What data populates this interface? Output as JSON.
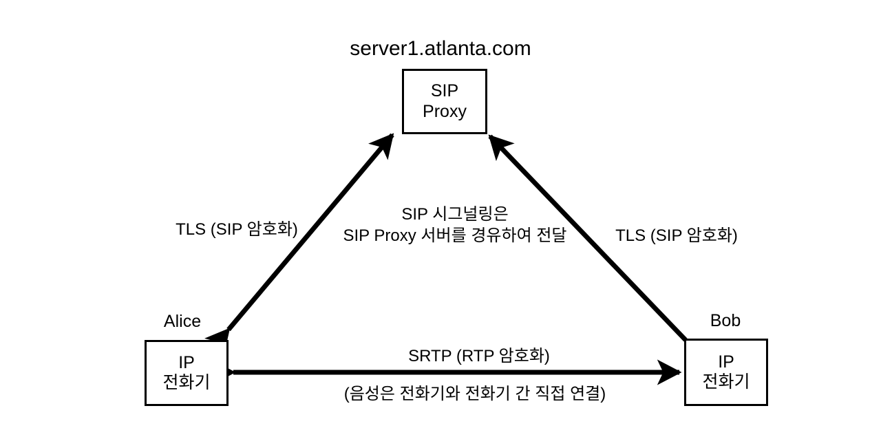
{
  "diagram": {
    "title": "server1.atlanta.com",
    "background_color": "#ffffff",
    "line_color": "#000000",
    "nodes": {
      "proxy": {
        "name": "sip-proxy",
        "lines": [
          "SIP",
          "Proxy"
        ]
      },
      "alice": {
        "name": "alice-ip-phone",
        "label": "Alice",
        "lines": [
          "IP",
          "전화기"
        ]
      },
      "bob": {
        "name": "bob-ip-phone",
        "label": "Bob",
        "lines": [
          "IP",
          "전화기"
        ]
      }
    },
    "edges": {
      "tls_left": {
        "label": "TLS (SIP 암호화)",
        "arrows": "both"
      },
      "tls_right": {
        "label": "TLS (SIP 암호화)",
        "arrows": "both"
      },
      "srtp": {
        "label": "SRTP  (RTP 암호화)",
        "note": "(음성은 전화기와 전화기 간 직접 연결)",
        "arrows": "both"
      }
    },
    "annotations": {
      "signaling_line1": "SIP 시그널링은",
      "signaling_line2": "SIP Proxy 서버를 경유하여 전달"
    }
  }
}
